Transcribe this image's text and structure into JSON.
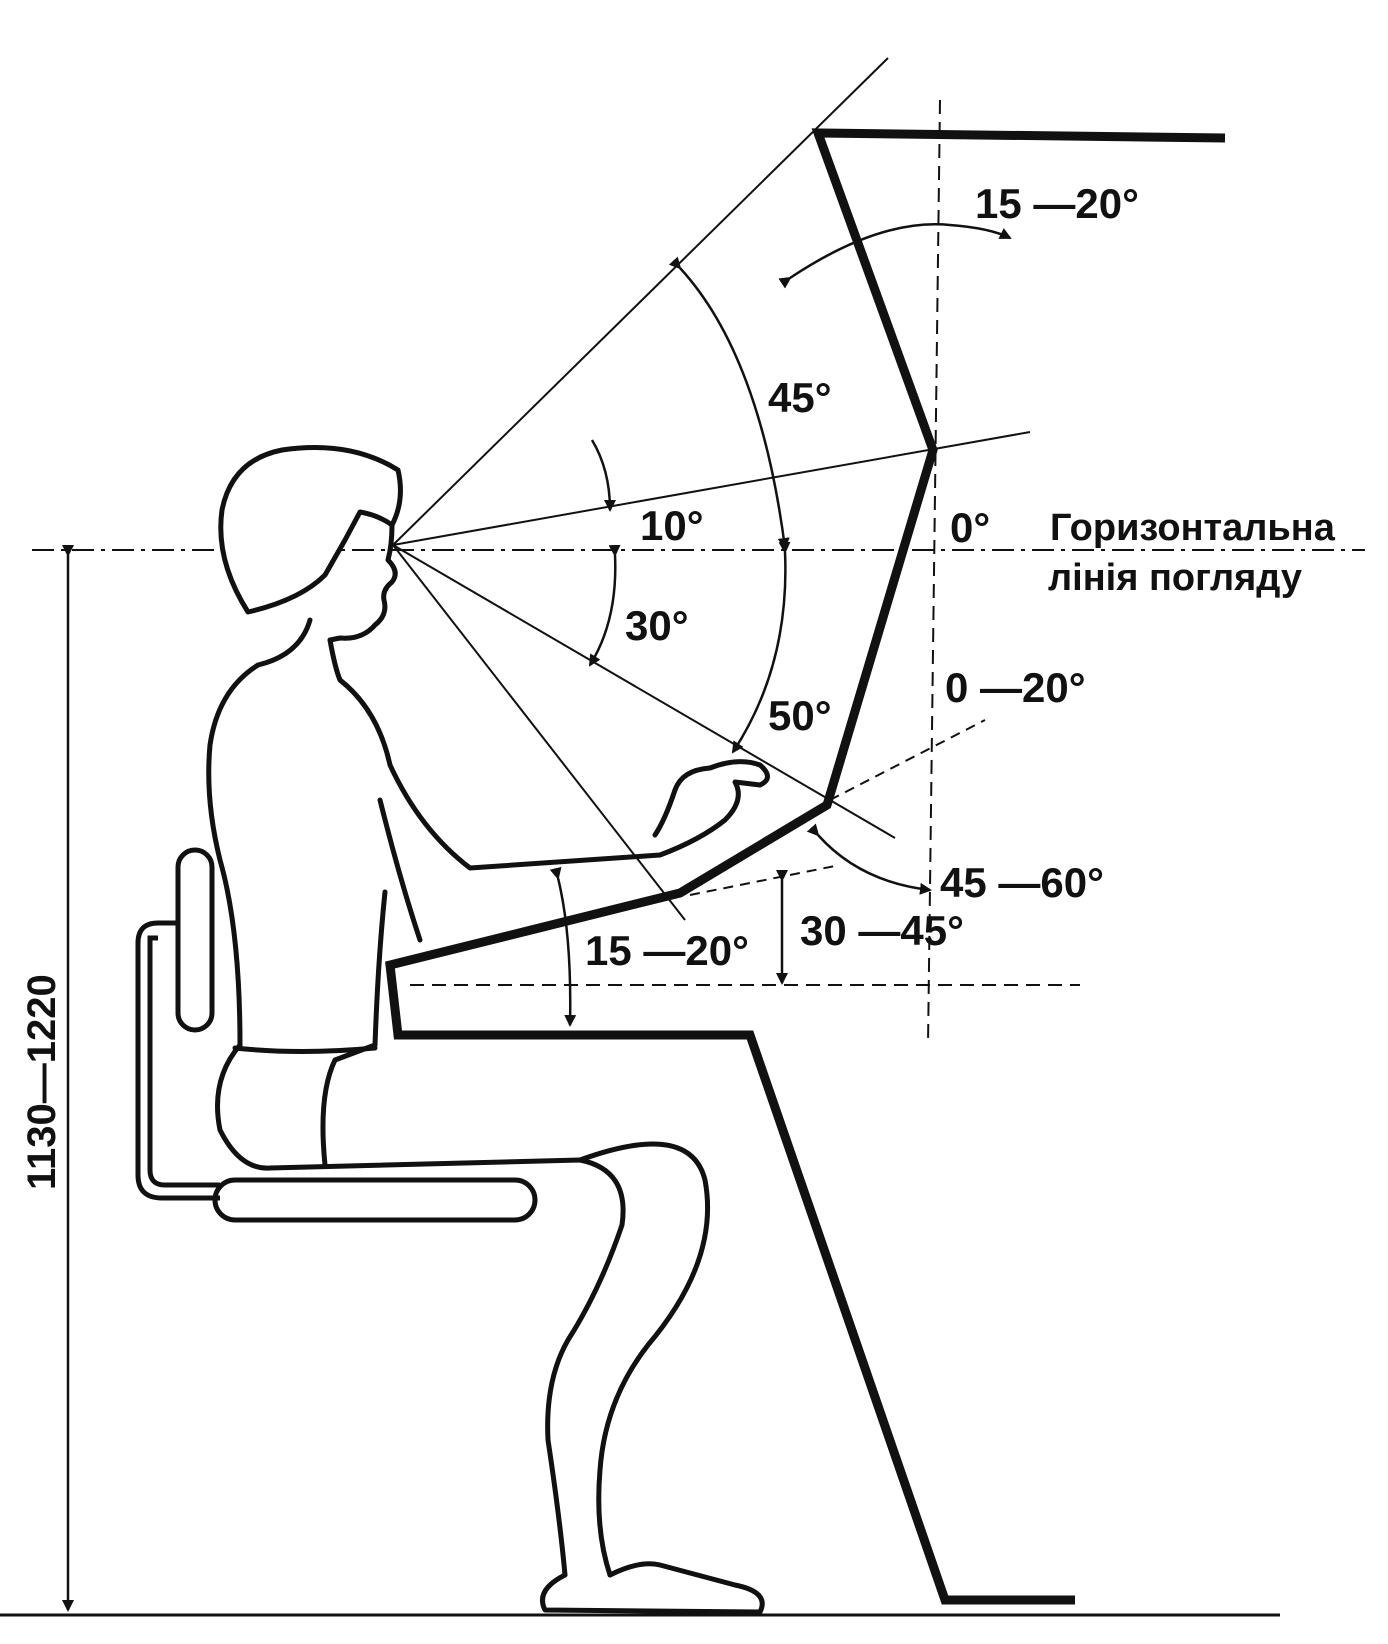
{
  "labels": {
    "top_tilt": "15 —20°",
    "upper_sector": "45°",
    "up_10": "10°",
    "zero": "0°",
    "horizontal_line_1": "Горизонтальна",
    "horizontal_line_2": "лінія погляду",
    "down_30": "30°",
    "lower_sector": "50°",
    "mid_range": "0 —20°",
    "lower_panel": "45 —60°",
    "desk_tilt": "15 —20°",
    "keyboard_tilt": "30 —45°",
    "height": "1130—1220"
  }
}
